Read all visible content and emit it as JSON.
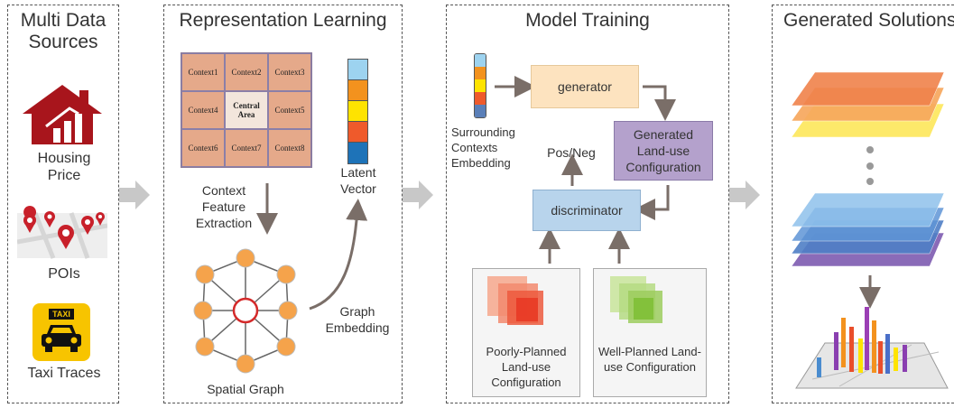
{
  "panels": {
    "sources": {
      "title": "Multi Data Sources",
      "housing_label": "Housing Price",
      "pois_label": "POIs",
      "taxi_label": "Taxi Traces",
      "taxi_sign": "TAXI"
    },
    "representation": {
      "title": "Representation Learning",
      "grid_cells": [
        "Context1",
        "Context2",
        "Context3",
        "Context4",
        "Central Area",
        "Context5",
        "Context6",
        "Context7",
        "Context8"
      ],
      "latent_label": "Latent Vector",
      "extraction_label": "Context Feature Extraction",
      "graph_label": "Spatial Graph",
      "embedding_label": "Graph Embedding"
    },
    "training": {
      "title": "Model Training",
      "surrounding_label": "Surrounding Contexts Embedding",
      "generator_label": "generator",
      "generated_label": "Generated Land-use Configuration",
      "posneg_label": "Pos/Neg",
      "discriminator_label": "discriminator",
      "poor_label": "Poorly-Planned Land-use Configuration",
      "well_label": "Well-Planned Land-use Configuration"
    },
    "solutions": {
      "title": "Generated Solutions"
    }
  },
  "colors": {
    "house": "#a8151c",
    "generator_fill": "#fde3bf",
    "generated_fill": "#b4a1cc",
    "discriminator_fill": "#b8d4ec",
    "arrow": "#7a6e68",
    "big_arrow": "#c8c8c8",
    "latent_vector": [
      "#9dd3f0",
      "#f3921e",
      "#fee300",
      "#ef5a2b",
      "#1e73b8"
    ],
    "surrounding_vector": [
      "#9dd3f0",
      "#f3921e",
      "#fee300",
      "#ef5a2b",
      "#5a7fb8"
    ],
    "orange_layers": [
      "#fde96a",
      "#f7a85e",
      "#f0824b"
    ],
    "blue_layers": [
      "#8a6bb8",
      "#4f7fc6",
      "#5f95d6",
      "#8fc1ec"
    ]
  },
  "icons": [
    "house-chart-icon",
    "map-pins-icon",
    "taxi-icon"
  ]
}
